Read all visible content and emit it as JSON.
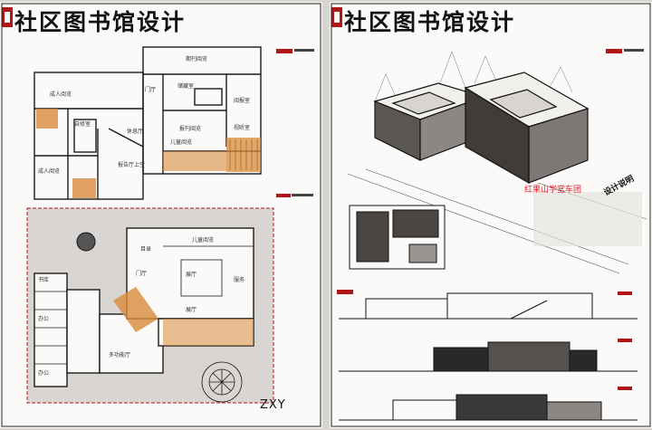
{
  "title": "社区图书馆设计",
  "left_board": {
    "upper_rooms": [
      "期刊阅览",
      "成人阅览",
      "门厅",
      "储藏室",
      "阅报室",
      "自修室",
      "休息厅",
      "视听室",
      "报刊阅览",
      "成人阅览",
      "儿童阅览",
      "报告厅上空"
    ],
    "lower_rooms": [
      "儿童阅览",
      "目录",
      "门厅",
      "展厅",
      "服务",
      "书库",
      "展厅",
      "多功能厅",
      "办公",
      "办公"
    ],
    "signature": "ZXY"
  },
  "right_board": {
    "watermark": "红果山学堂车团",
    "design_note": "设计说明"
  },
  "colors": {
    "accent_red": "#b01616",
    "marker_orange": "#d98a3a",
    "marker_grey": "#9a9592",
    "ink": "#1a1a1a"
  }
}
